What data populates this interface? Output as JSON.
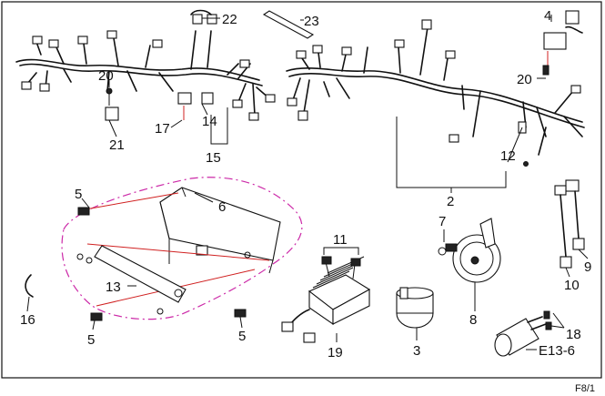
{
  "callouts": {
    "c2": "2",
    "c3": "3",
    "c4": "4",
    "c5a": "5",
    "c5b": "5",
    "c5c": "5",
    "c6": "6",
    "c7": "7",
    "c8": "8",
    "c9": "9",
    "c10": "10",
    "c11": "11",
    "c12": "12",
    "c13": "13",
    "c14": "14",
    "c15": "15",
    "c16": "16",
    "c17": "17",
    "c18": "18",
    "c19": "19",
    "c20a": "20",
    "c20b": "20",
    "c21": "21",
    "c22": "22",
    "c23": "23",
    "e13": "E13-6"
  },
  "page_ref": "F8/1",
  "colors": {
    "leader_red": "#d02020",
    "phantom_magenta": "#cc2aa8",
    "ink": "#111111"
  }
}
